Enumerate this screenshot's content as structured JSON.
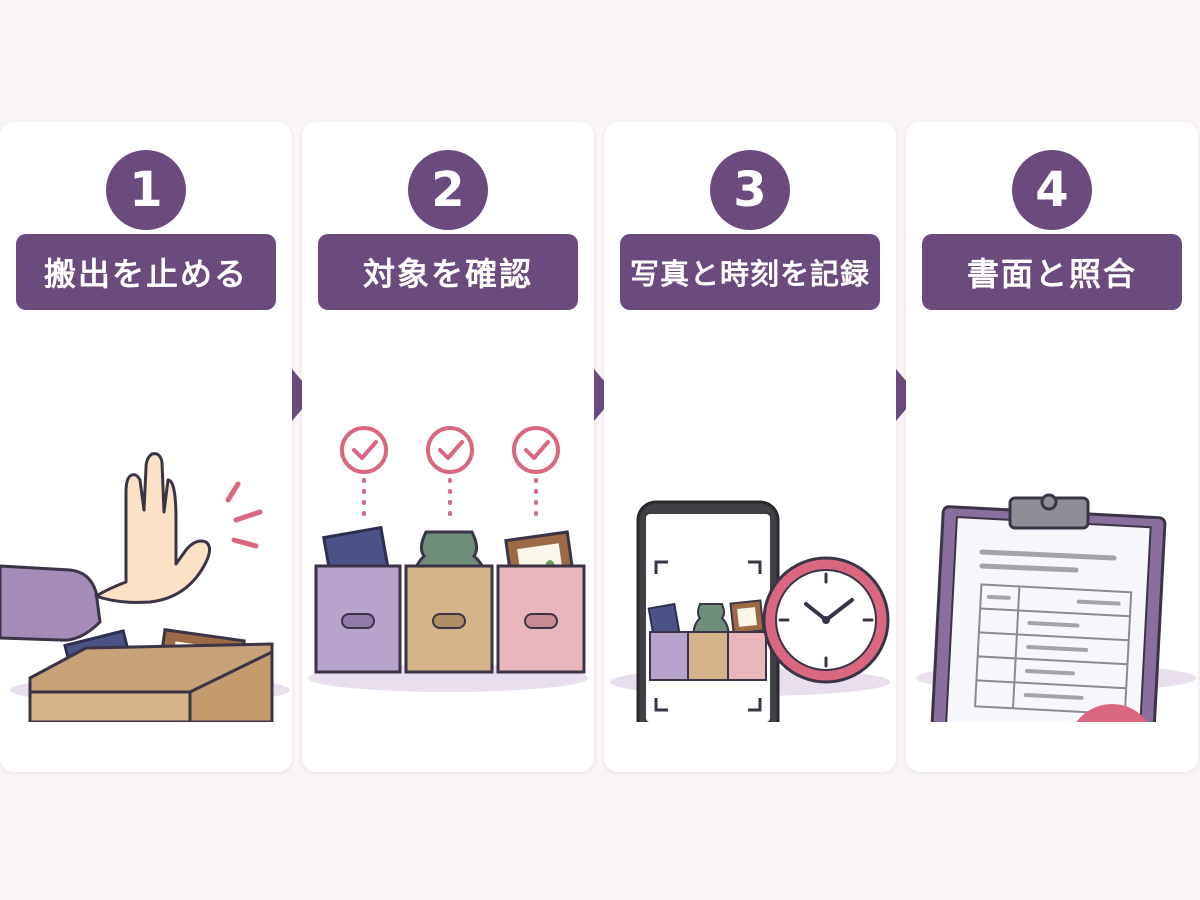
{
  "steps": [
    {
      "number": "1",
      "label": "搬出を止める",
      "icon": "stop-hand-box-icon"
    },
    {
      "number": "2",
      "label": "対象を確認",
      "icon": "checked-boxes-icon"
    },
    {
      "number": "3",
      "label": "写真と時刻を記録",
      "icon": "phone-camera-clock-icon"
    },
    {
      "number": "4",
      "label": "書面と照合",
      "icon": "clipboard-check-icon"
    }
  ],
  "colors": {
    "primary": "#6b4b7d",
    "accent": "#d9677f",
    "box_tan": "#d6b48a",
    "box_purple": "#b8a3cc",
    "box_pink": "#e8b6bb"
  }
}
